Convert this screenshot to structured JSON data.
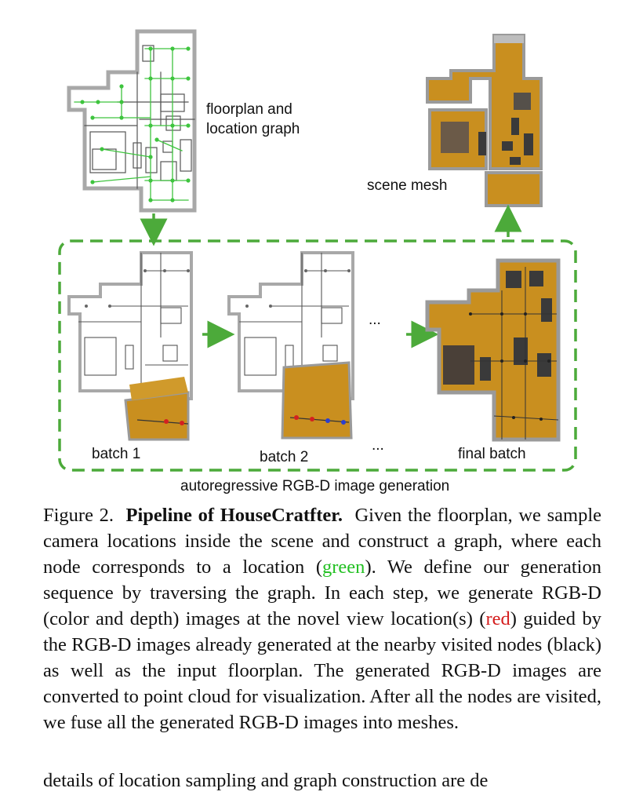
{
  "figure": {
    "labels": {
      "floorplan": [
        "floorplan and",
        "location graph"
      ],
      "scene_mesh": "scene mesh",
      "batch1": "batch 1",
      "batch2": "batch 2",
      "ellipsis_top": "...",
      "ellipsis_bottom": "...",
      "final_batch": "final batch",
      "process": "autoregressive RGB-D image generation"
    },
    "colors": {
      "graph_node": "#3ec43e",
      "arrow": "#4caa3a",
      "dashed_box": "#4caa3a",
      "floor": "#c98f1f",
      "wall": "#a8a8a8",
      "novel_node": "#d42020",
      "visited_node": "#222222",
      "blue_node": "#2a3fd0"
    }
  },
  "caption": {
    "prefix": "Figure 2.",
    "bold_title": "Pipeline of HouseCratfter.",
    "part1": "Given the floorplan, we sample camera locations inside the scene and construct a graph, where each node corresponds to a location (",
    "green_word": "green",
    "part2": "). We define our generation sequence by traversing the graph. In each step, we generate RGB-D (color and depth) images at the novel view location(s) (",
    "red_word": "red",
    "part3": ") guided by the RGB-D images already generated at the nearby visited nodes (black) as well as the input floorplan. The generated RGB-D images are converted to point cloud for visualization. After all the nodes are visited, we fuse all the generated RGB-D images into meshes."
  },
  "body_text_cut": "details of location sampling and graph construction are de"
}
